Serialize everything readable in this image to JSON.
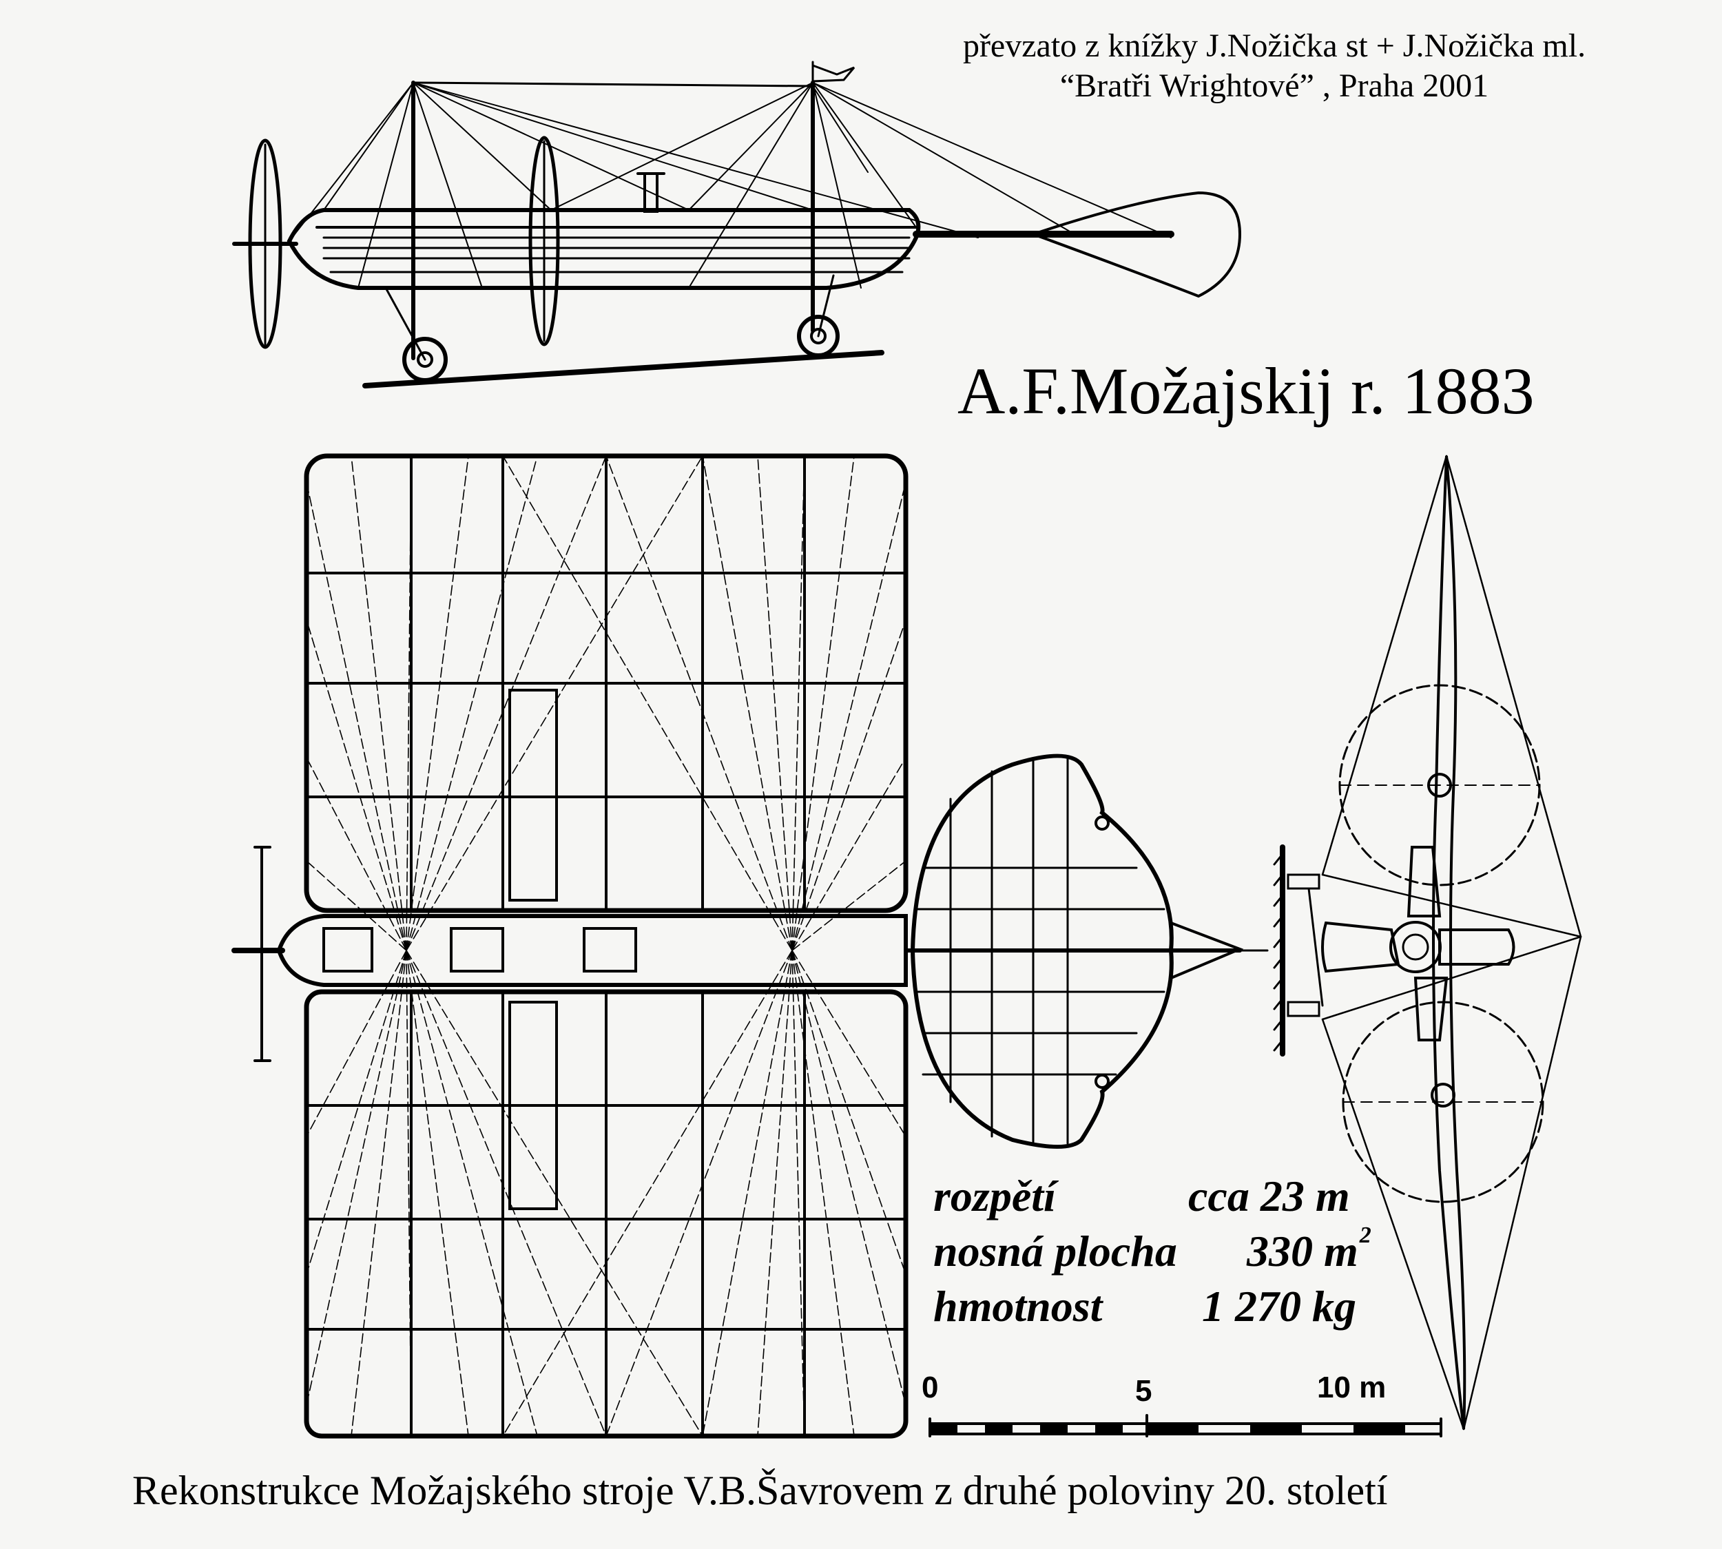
{
  "source_note": {
    "line1": "převzato z knížky J.Nožička st + J.Nožička ml.",
    "line2": "“Bratři Wrightové” , Praha 2001"
  },
  "title": "A.F.Možajskij r. 1883",
  "caption": "Rekonstrukce  Možajského stroje V.B.Šavrovem z druhé poloviny 20. století",
  "specs": [
    {
      "label": "rozpětí",
      "value": "cca 23 m",
      "sup": ""
    },
    {
      "label": "nosná plocha",
      "value": "330 m",
      "sup": "2"
    },
    {
      "label": "hmotnost",
      "value": "1 270 kg",
      "sup": ""
    }
  ],
  "scale_bar": {
    "labels": [
      "0",
      "5",
      "10 m"
    ]
  },
  "colors": {
    "ink": "#000000",
    "paper": "#f6f6f4"
  }
}
